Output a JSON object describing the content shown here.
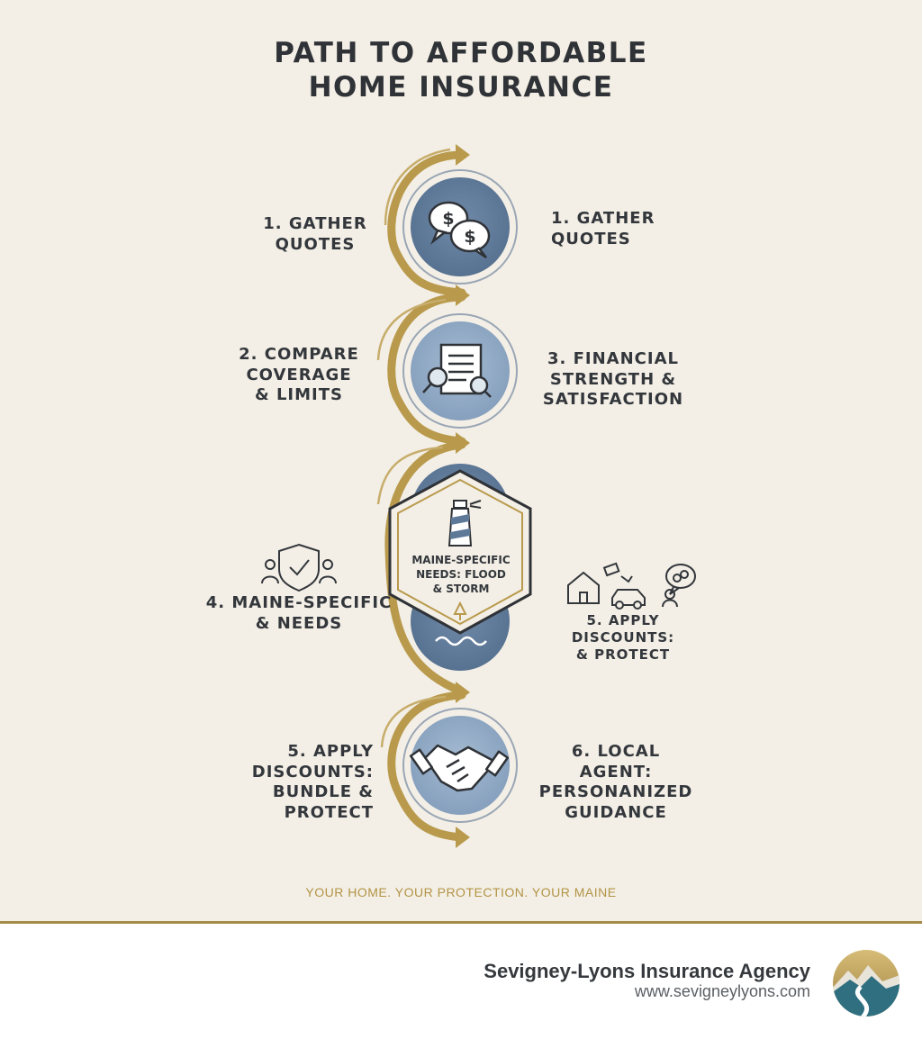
{
  "title": {
    "line1": "PATH TO AFFORDABLE",
    "line2": "HOME INSURANCE"
  },
  "steps": {
    "s1_left": {
      "line1": "1. GATHER",
      "line2": "QUOTES"
    },
    "s1_right": {
      "line1": "1. GATHER",
      "line2": "QUOTES"
    },
    "s2_left": {
      "line1": "2. COMPARE",
      "line2": "COVERAGE",
      "line3": "& LIMITS"
    },
    "s3_right": {
      "line1": "3. FINANCIAL",
      "line2": "STRENGTH &",
      "line3": "SATISFACTION"
    },
    "s4_left": {
      "line1": "4. MAINE-SPECIFIC",
      "line2": "& NEEDS"
    },
    "s5_right": {
      "line1": "5. APPLY DISCOUNTS:",
      "line2": "& PROTECT"
    },
    "s5_left": {
      "line1": "5. APPLY DISCOUNTS:",
      "line2": "BUNDLE & PROTECT"
    },
    "s6_right": {
      "line1": "6. LOCAL AGENT:",
      "line2": "PERSONANIZED",
      "line3": "GUIDANCE"
    }
  },
  "center_badge": {
    "line1": "MAINE-SPECIFIC",
    "line2": "NEEDS: FLOOD",
    "line3": "& STORM"
  },
  "icons": {
    "step1": "dollar-speech-bubbles-icon",
    "step2": "document-magnifier-icon",
    "step3": "lighthouse-icon",
    "step4": "shield-people-icon",
    "step5": "home-car-discount-icon",
    "step6": "handshake-icon"
  },
  "tagline": "YOUR HOME. YOUR PROTECTION. YOUR MAINE",
  "footer": {
    "company": "Sevigney-Lyons Insurance Agency",
    "website": "www.sevigneylyons.com"
  },
  "colors": {
    "background": "#f3efe6",
    "gold": "#b99a4d",
    "navy_circle": "#5e7898",
    "light_circle": "#8da6c2",
    "text": "#2f3236"
  }
}
